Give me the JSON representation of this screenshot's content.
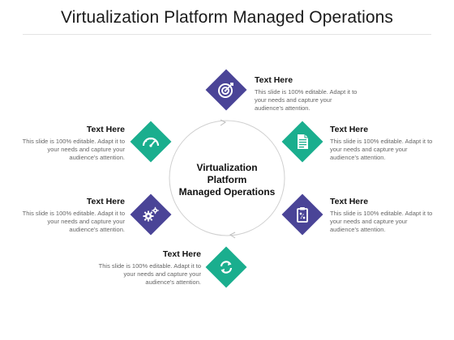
{
  "title": "Virtualization Platform Managed Operations",
  "center_label": "Virtualization\nPlatform\nManaged Operations",
  "colors": {
    "purple": "#4a4497",
    "teal": "#1aae8e"
  },
  "items": [
    {
      "id": "top",
      "heading": "Text Here",
      "description": "This slide is 100% editable. Adapt it to your needs and capture your audience's attention.",
      "icon": "target-icon",
      "color": "purple"
    },
    {
      "id": "right-upper",
      "heading": "Text Here",
      "description": "This slide is 100% editable. Adapt it to your needs and capture your audience's attention.",
      "icon": "document-icon",
      "color": "teal"
    },
    {
      "id": "right-lower",
      "heading": "Text Here",
      "description": "This slide is 100% editable. Adapt it to your needs and capture your audience's attention.",
      "icon": "clipboard-icon",
      "color": "purple"
    },
    {
      "id": "bottom",
      "heading": "Text Here",
      "description": "This slide is 100% editable. Adapt it to your needs and capture your audience's attention.",
      "icon": "refresh-icon",
      "color": "teal"
    },
    {
      "id": "left-lower",
      "heading": "Text Here",
      "description": "This slide is 100% editable. Adapt it to your needs and capture your audience's attention.",
      "icon": "gears-icon",
      "color": "purple"
    },
    {
      "id": "left-upper",
      "heading": "Text Here",
      "description": "This slide is 100% editable. Adapt it to your needs and capture your audience's attention.",
      "icon": "speedometer-icon",
      "color": "teal"
    }
  ]
}
